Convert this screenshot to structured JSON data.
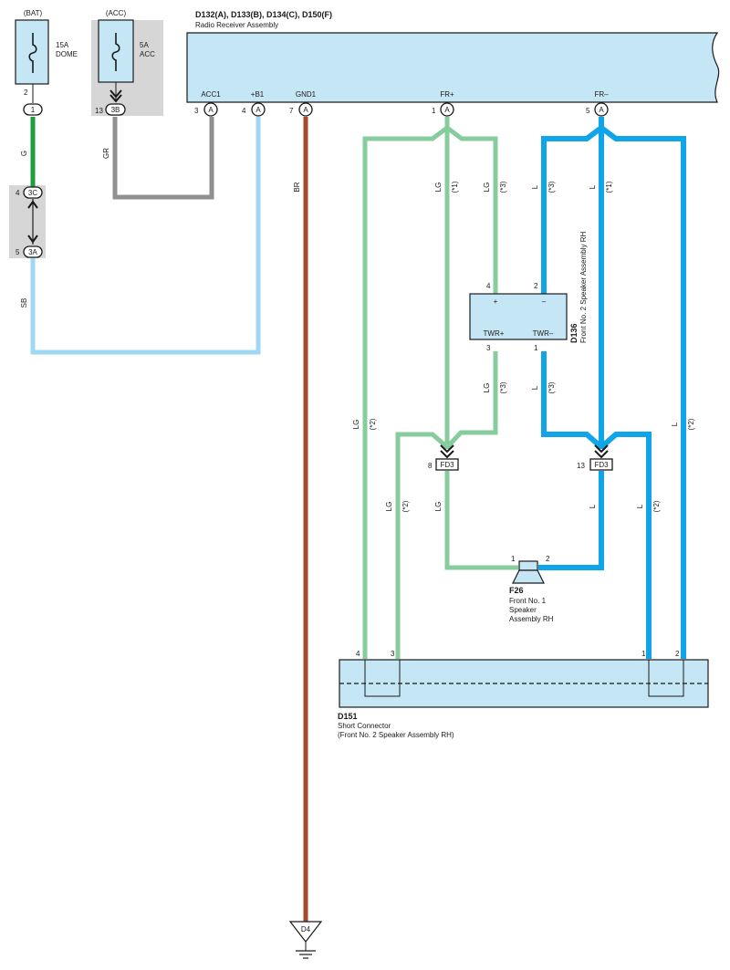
{
  "colors": {
    "G": "#1f9e3f",
    "GR": "#909090",
    "SB": "#9fd8f2",
    "BR": "#a34a2c",
    "LG": "#86cc9c",
    "L": "#10a4e8",
    "box_fill": "#c4e6f5",
    "shade": "#d6d6d6"
  },
  "fuses": {
    "bat": {
      "source": "(BAT)",
      "rating": "15A",
      "name": "DOME",
      "pin": "2",
      "conn": "1"
    },
    "acc": {
      "source": "(ACC)",
      "rating": "5A",
      "name": "ACC",
      "pin": "13",
      "conn": "3B"
    }
  },
  "junction": {
    "top": {
      "pin": "4",
      "conn": "3C"
    },
    "bottom": {
      "pin": "5",
      "conn": "3A"
    }
  },
  "radio": {
    "code": "D132(A), D133(B), D134(C), D150(F)",
    "name": "Radio Receiver Assembly",
    "terminals": [
      {
        "name": "ACC1",
        "pin": "3",
        "conn": "A"
      },
      {
        "name": "+B1",
        "pin": "4",
        "conn": "A"
      },
      {
        "name": "GND1",
        "pin": "7",
        "conn": "A"
      },
      {
        "name": "FR+",
        "pin": "1",
        "conn": "A"
      },
      {
        "name": "FR–",
        "pin": "5",
        "conn": "A"
      }
    ]
  },
  "wire_labels": {
    "g": "G",
    "gr": "GR",
    "sb": "SB",
    "br": "BR",
    "lg": "LG",
    "l": "L",
    "v1": "(*1)",
    "v2": "(*2)",
    "v3": "(*3)"
  },
  "tweeter": {
    "code": "D136",
    "name": "Front No. 2 Speaker Assembly RH",
    "pin_plus": "4",
    "pin_minus": "2",
    "sym_plus": "+",
    "sym_minus": "–",
    "out_plus": "TWR+",
    "out_minus": "TWR–",
    "pin_out_plus": "3",
    "pin_out_minus": "1"
  },
  "fd3": {
    "label": "FD3",
    "left_pin": "8",
    "right_pin": "13"
  },
  "speaker": {
    "code": "F26",
    "name_l1": "Front No. 1",
    "name_l2": "Speaker",
    "name_l3": "Assembly RH",
    "pin_left": "1",
    "pin_right": "2"
  },
  "short_connector": {
    "code": "D151",
    "name": "Short Connector",
    "sub": "(Front No. 2 Speaker Assembly RH)",
    "pins": [
      "4",
      "3",
      "1",
      "2"
    ]
  },
  "ground": {
    "label": "D4"
  }
}
